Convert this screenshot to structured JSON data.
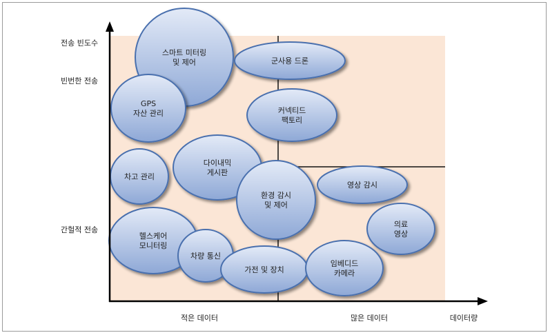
{
  "axes": {
    "y_title": "전송 빈도수",
    "y_high": "빈번한 전송",
    "y_low": "간헐적 전송",
    "x_low": "적은 데이터",
    "x_high": "많은 데이터",
    "x_title": "데이터량"
  },
  "colors": {
    "background": "#fbe6d6",
    "bubble_top": "#e2e9f6",
    "bubble_bottom": "#8ea8d6",
    "bubble_border": "#4a6fae"
  },
  "bubbles": [
    {
      "id": "smart-metering",
      "lines": [
        "스마트 미터링",
        "및 제어"
      ]
    },
    {
      "id": "military-drone",
      "lines": [
        "군사용 드론"
      ]
    },
    {
      "id": "gps-asset",
      "lines": [
        "GPS",
        "자산 관리"
      ]
    },
    {
      "id": "connected-factory",
      "lines": [
        "커넥티드",
        "팩토리"
      ]
    },
    {
      "id": "inventory",
      "lines": [
        "차고 관리"
      ]
    },
    {
      "id": "dynamic-signage",
      "lines": [
        "다이내믹",
        "게시판"
      ]
    },
    {
      "id": "environment",
      "lines": [
        "환경 감시",
        "및 제어"
      ]
    },
    {
      "id": "video-surveillance",
      "lines": [
        "영상 감시"
      ]
    },
    {
      "id": "medical-imaging",
      "lines": [
        "의료",
        "영상"
      ]
    },
    {
      "id": "healthcare",
      "lines": [
        "헬스케어",
        "모니터링"
      ]
    },
    {
      "id": "vehicle",
      "lines": [
        "차량 통신"
      ]
    },
    {
      "id": "appliances",
      "lines": [
        "가전 및 장치"
      ]
    },
    {
      "id": "embedded-camera",
      "lines": [
        "임베디드",
        "카메라"
      ]
    }
  ]
}
